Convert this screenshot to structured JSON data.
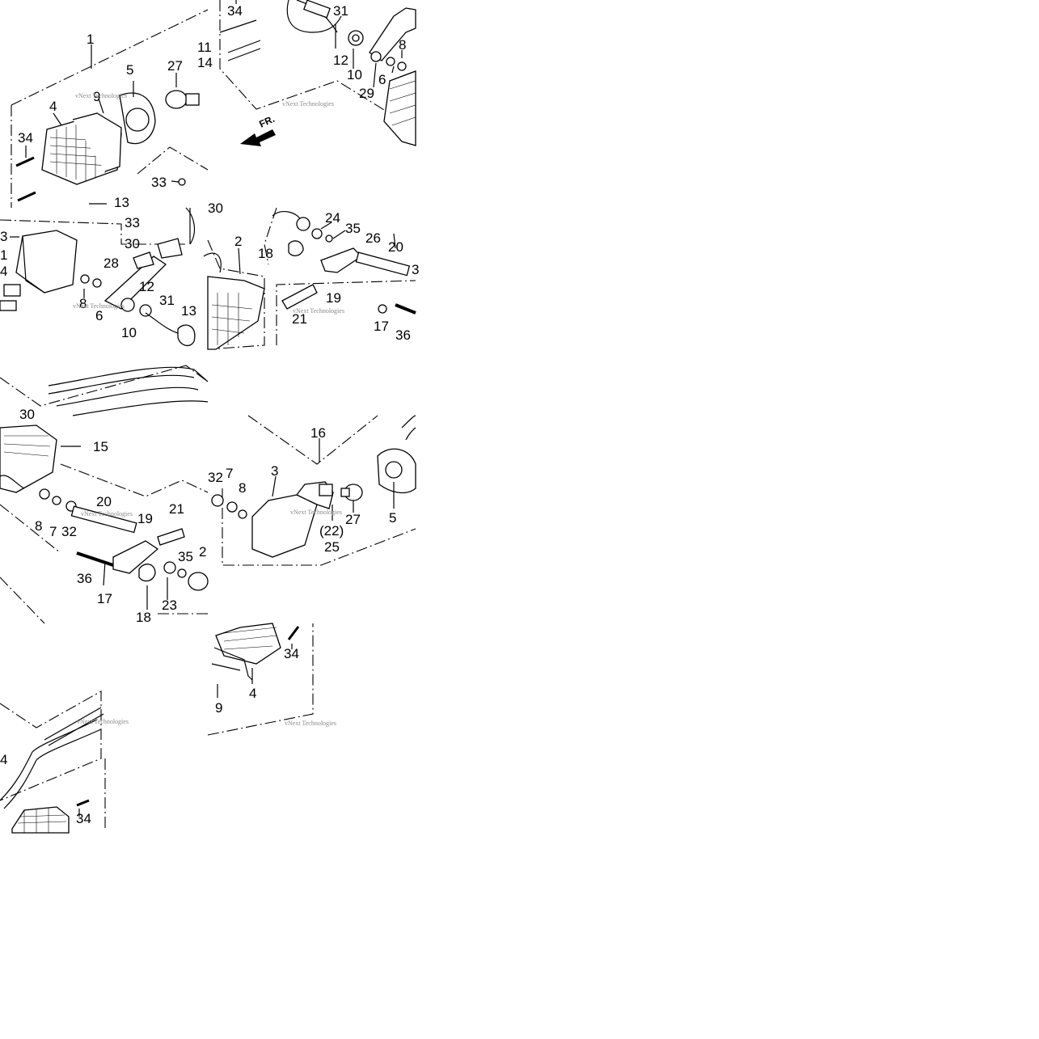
{
  "watermark": "vNext Technologies",
  "fr_arrow": "FR.",
  "tiles": [
    {
      "id": "tl",
      "callouts": [
        "1",
        "5",
        "27",
        "11",
        "14",
        "9",
        "4",
        "34",
        "33",
        "13"
      ]
    },
    {
      "id": "tr",
      "callouts": [
        "34",
        "31",
        "12",
        "10",
        "29",
        "6",
        "8"
      ]
    },
    {
      "id": "ml",
      "callouts": [
        "3",
        "1",
        "4",
        "33",
        "30",
        "28",
        "12",
        "31",
        "13",
        "8",
        "6",
        "10"
      ]
    },
    {
      "id": "mr",
      "callouts": [
        "30",
        "2",
        "24",
        "35",
        "26",
        "20",
        "3",
        "18",
        "19",
        "21",
        "17",
        "36"
      ]
    },
    {
      "id": "ll",
      "callouts": [
        "30",
        "15",
        "20",
        "21",
        "19",
        "35",
        "2",
        "8",
        "7",
        "32",
        "36",
        "17",
        "23",
        "18"
      ]
    },
    {
      "id": "lr",
      "callouts": [
        "16",
        "32",
        "7",
        "8",
        "3",
        "27",
        "5",
        "(22)",
        "25"
      ]
    },
    {
      "id": "bm",
      "callouts": [
        "34",
        "4",
        "9"
      ]
    },
    {
      "id": "bl",
      "callouts": [
        "4",
        "34"
      ]
    }
  ]
}
